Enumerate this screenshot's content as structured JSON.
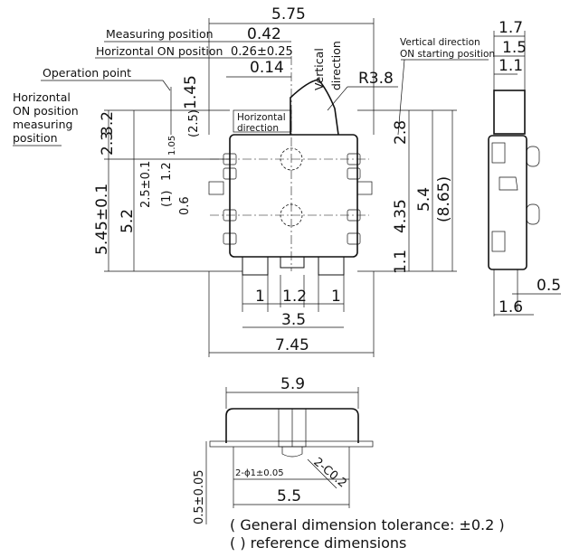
{
  "labels": {
    "measuring_position": "Measuring position",
    "horizontal_on_position": "Horizontal ON position",
    "operation_point": "Operation point",
    "horizontal_on_position_measuring_line1": "Horizontal",
    "horizontal_on_position_measuring_line2": "ON position",
    "horizontal_on_position_measuring_line3": "measuring",
    "horizontal_on_position_measuring_line4": "position",
    "vertical_direction_line1": "Vertical",
    "vertical_direction_line2": "direction",
    "horizontal_direction_line1": "Horizontal",
    "horizontal_direction_line2": "direction",
    "vertical_on_start_line1": "Vertical direction",
    "vertical_on_start_line2": "ON starting position"
  },
  "dimensions": {
    "overall_top_width": "5.75",
    "measuring_position": "0.42",
    "horizontal_on": "0.26±0.25",
    "operation_point_offset": "0.14",
    "radius": "R3.8",
    "lever_height": "1.45",
    "h_3_2": "3.2",
    "h_2_3": "2.3",
    "ref_2_5": "(2.5)",
    "h_1_05": "1.05",
    "h_2_8": "2.8",
    "h_5_45": "5.45±0.1",
    "h_5_2": "5.2",
    "h_2_5_tol": "2.5±0.1",
    "h_1_2": "1.2",
    "ref_1": "(1)",
    "h_0_6": "0.6",
    "h_4_35": "4.35",
    "h_5_4": "5.4",
    "ref_8_65": "(8.65)",
    "h_1_1": "1.1",
    "w_terminal_1a": "1",
    "w_1_2": "1.2",
    "w_terminal_1b": "1",
    "w_3_5": "3.5",
    "w_7_45": "7.45",
    "side_1_7": "1.7",
    "side_1_5": "1.5",
    "side_1_1": "1.1",
    "side_0_5": "0.5",
    "side_1_6": "1.6",
    "bottom_5_9": "5.9",
    "bottom_holes": "2-ϕ1±0.05",
    "bottom_chamfer": "2-C0.2",
    "bottom_5_5": "5.5",
    "bottom_thickness": "0.5±0.05"
  },
  "notes": {
    "tolerance": "( General dimension tolerance: ±0.2 )",
    "reference": "(   ) reference dimensions"
  }
}
